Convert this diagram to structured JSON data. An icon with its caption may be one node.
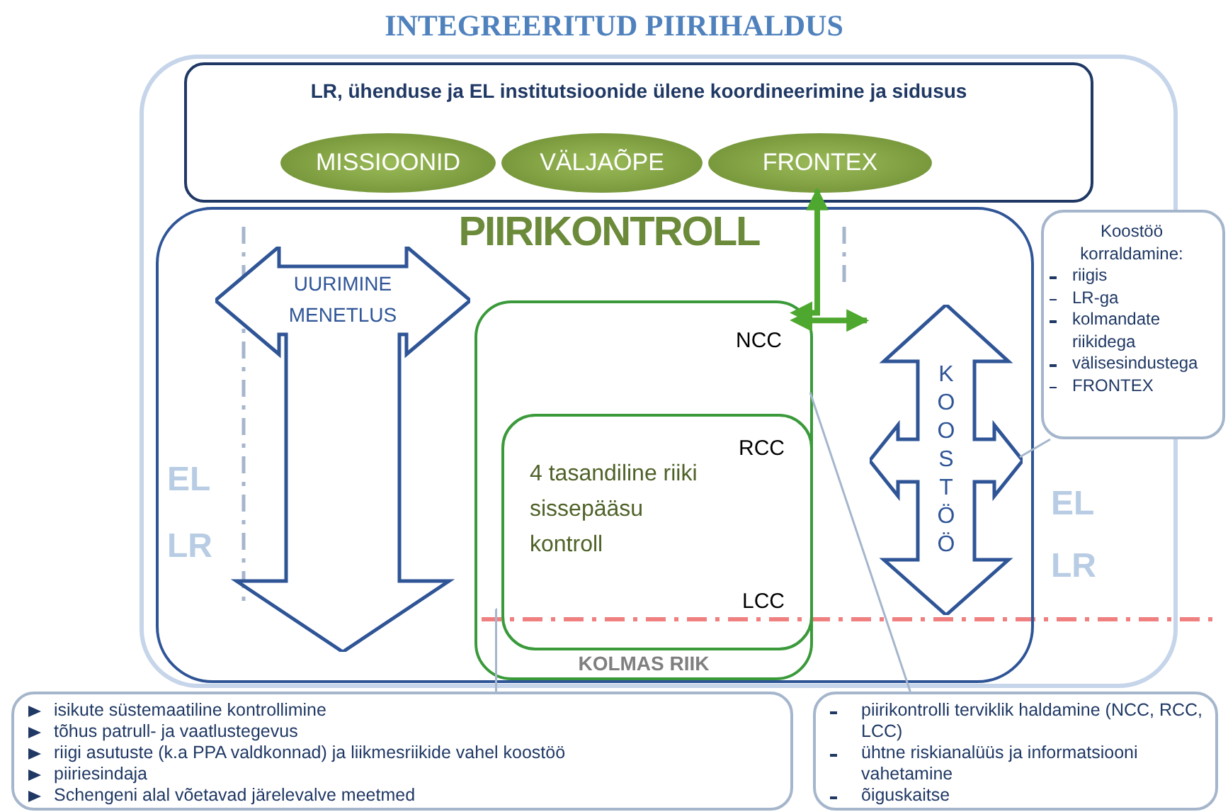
{
  "diagram": {
    "title": "INTEGREERITUD PIIRIHALDUS",
    "nodes": [
      {
        "text": [
          "LR, ühenduse ja EL institutsioonide ülene koordineerimine ja sidusus"
        ]
      },
      {
        "text": [
          "MISSIOONID"
        ],
        "in": 0
      },
      {
        "text": [
          "VÄLJAÕPE"
        ],
        "in": 0
      },
      {
        "text": [
          "FRONTEX"
        ],
        "in": 0
      },
      {
        "text": [
          "PIIRIKONTROLL"
        ]
      },
      {
        "text": [
          "UURIMINE MENETLUS"
        ],
        "in": 4
      },
      {
        "text": [
          "NCC",
          "KOLMAS RIIK"
        ],
        "in": 4
      },
      {
        "text": [
          "RCC",
          "4 tasandiline riiki sissepääsu kontroll",
          "LCC"
        ],
        "in": 6
      },
      {
        "text": [
          "KOOSTÖÖ"
        ],
        "in": 4
      },
      {
        "text": [
          "Koostöö korraldamine:",
          "riigis",
          "LR-ga",
          "kolmandate riikidega",
          "välisesindustega",
          "FRONTEX"
        ]
      },
      {
        "text": [
          "isikute süstemaatiline kontrollimine",
          "tõhus patrull- ja vaatlustegevus",
          "riigi asutuste (k.a PPA valdkonnad) ja liikmesriikide vahel koostöö",
          "piiriesindaja",
          "Schengeni alal võetavad järelevalve meetmed"
        ]
      },
      {
        "text": [
          "piirikontrolli terviklik haldamine (NCC, RCC, LCC)",
          "ühtne riskianalüüs ja informatsiooni vahetamine",
          "õiguskaitse"
        ]
      }
    ],
    "edges": [
      {
        "from": 6,
        "to": 3,
        "arrow": "both",
        "style": "thick",
        "color": "#4ea72e"
      },
      {
        "from": 6,
        "to": 8,
        "arrow": "both",
        "style": "thick",
        "color": "#4ea72e"
      },
      {
        "from": 9,
        "to": 8,
        "arrow": "none"
      },
      {
        "from": 10,
        "to": 7,
        "arrow": "none"
      },
      {
        "from": 11,
        "to": 6,
        "arrow": "none"
      }
    ],
    "labels": [
      "EL",
      "LR",
      "EL",
      "LR"
    ]
  }
}
